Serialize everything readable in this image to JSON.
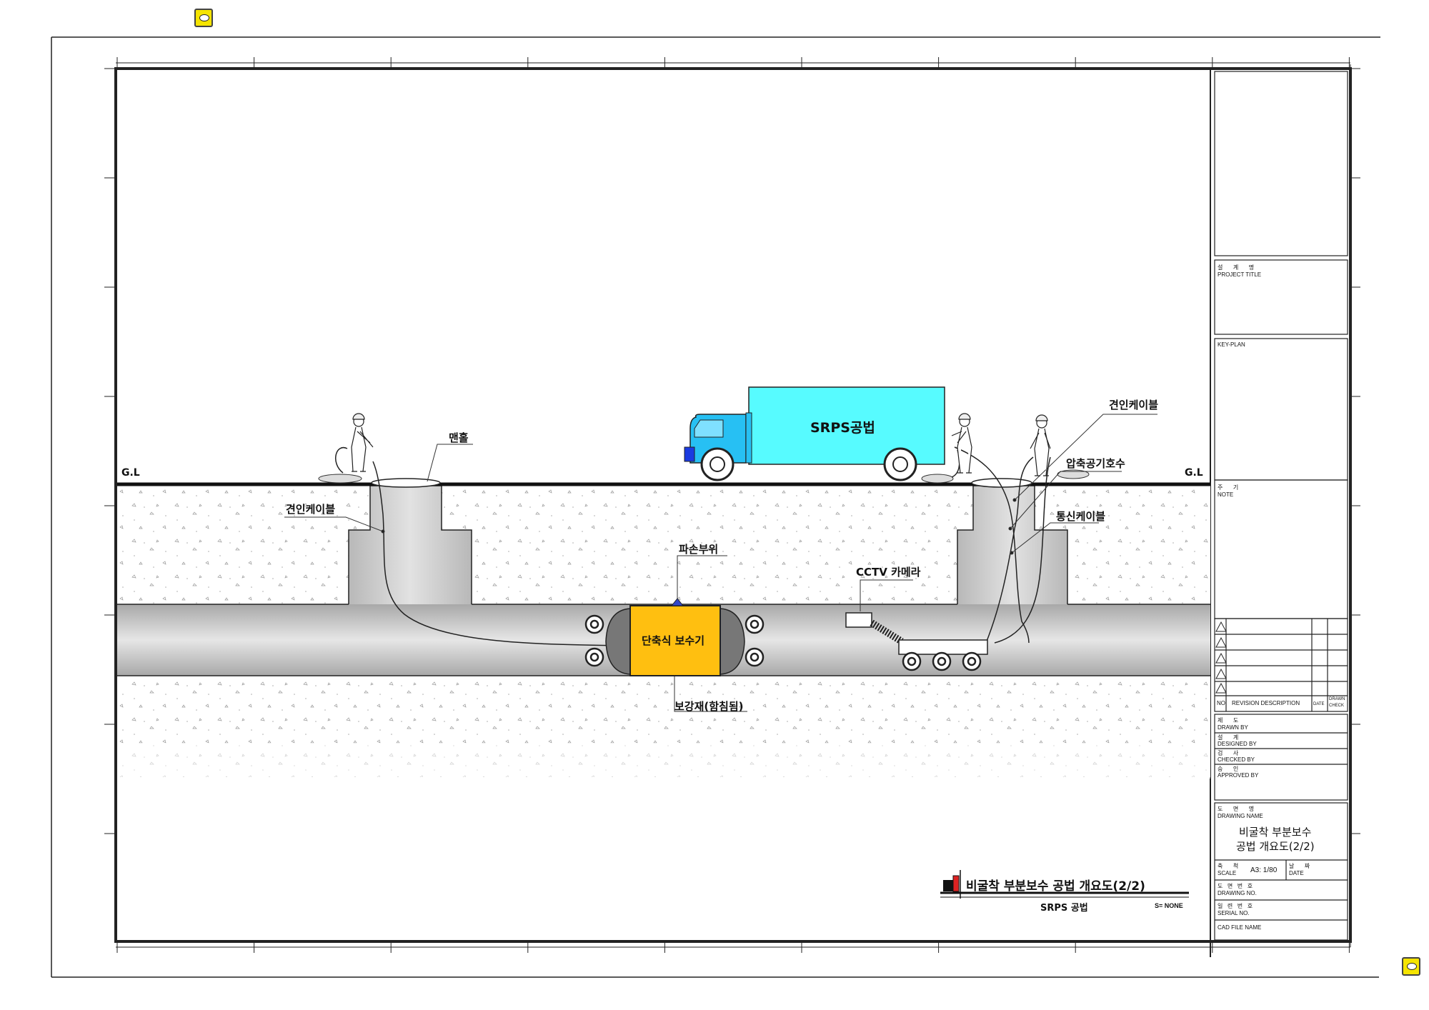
{
  "labels": {
    "gl_left": "G.L",
    "gl_right": "G.L",
    "manhole": "맨홀",
    "tow_cable_left": "견인케이블",
    "tow_cable_right": "견인케이블",
    "air_hose": "압축공기호수",
    "comm_cable": "통신케이블",
    "damage": "파손부위",
    "cctv": "CCTV 카메라",
    "repairer": "단축식 보수기",
    "reinforcement": "보강재(함침됨)",
    "truck": "SRPS공법"
  },
  "title_block": {
    "project_title_kr": "설 계 명",
    "project_title_en": "PROJECT TITLE",
    "key_plan": "KEY-PLAN",
    "note_kr": "주 기",
    "note_en": "NOTE",
    "rev_no": "NO",
    "rev_desc": "REVISION DESCRIPTION",
    "rev_date": "DATE",
    "rev_drawn": "DRAWN",
    "rev_check": "CHECK",
    "drawn_kr": "제 도",
    "drawn_en": "DRAWN BY",
    "designed_kr": "설 계",
    "designed_en": "DESIGNED BY",
    "checked_kr": "검 사",
    "checked_en": "CHECKED BY",
    "approved_kr": "승 인",
    "approved_en": "APPROVED BY",
    "drawing_name_kr": "도 면 명",
    "drawing_name_en": "DRAWING NAME",
    "drawing_name_line1": "비굴착 부분보수",
    "drawing_name_line2": "공법 개요도(2/2)",
    "scale_kr": "축 척",
    "scale_en": "SCALE",
    "scale_value": "A3: 1/80",
    "date_kr": "날 짜",
    "date_en": "DATE",
    "drawing_no_kr": "도 면 번 호",
    "drawing_no_en": "DRAWING NO.",
    "serial_kr": "일 련 번 호",
    "serial_en": "SERIAL NO.",
    "cad_file": "CAD FILE NAME"
  },
  "drawing_title": {
    "main": "비굴착 부분보수 공법 개요도(2/2)",
    "sub": "SRPS 공법",
    "scale": "S= NONE"
  },
  "colors": {
    "truck_box": "#57fbff",
    "truck_cab": "#27c0f3",
    "repairer": "#ffbf10",
    "pipe": "#c8c8c8",
    "comment_icon": "#f5e400"
  }
}
